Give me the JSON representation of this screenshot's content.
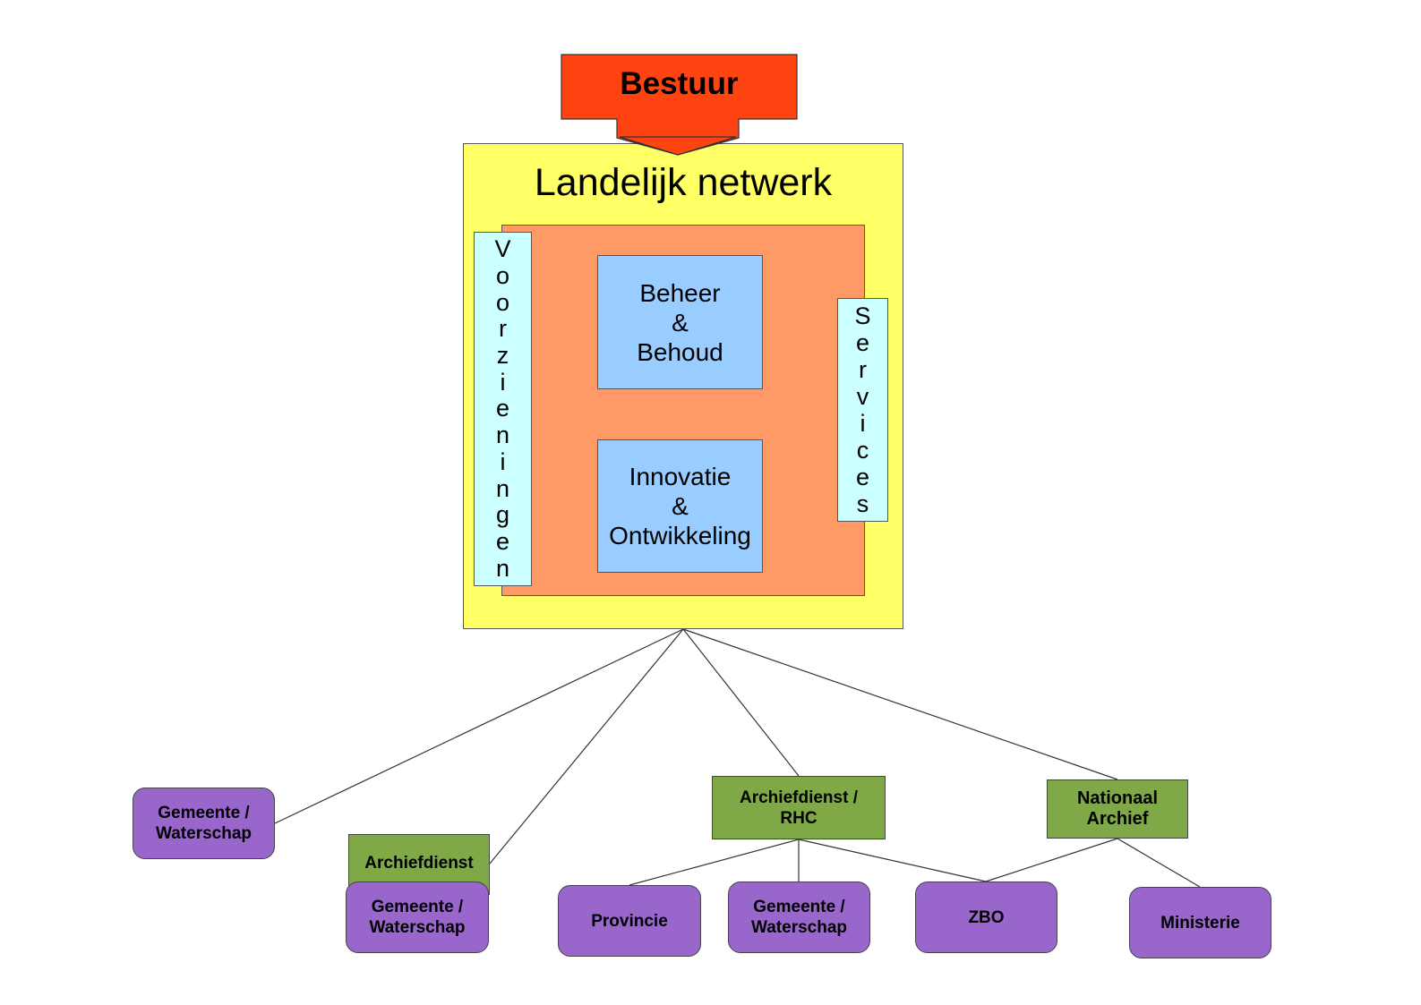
{
  "bestuur": {
    "label": "Bestuur",
    "color": "#ff4411"
  },
  "network": {
    "title": "Landelijk netwerk",
    "voorzieningen": "Voorzieningen",
    "services": "Services",
    "beheer": [
      "Beheer",
      "&",
      "Behoud"
    ],
    "innovatie": [
      "Innovatie",
      "&",
      "Ontwikkeling"
    ]
  },
  "organizations": {
    "gemeente_waterschap_left": [
      "Gemeente /",
      "Waterschap"
    ],
    "archiefdienst": [
      "Archiefdienst"
    ],
    "gemeente_waterschap_under_archiefdienst": [
      "Gemeente /",
      "Waterschap"
    ],
    "archiefdienst_rhc": [
      "Archiefdienst /",
      "RHC"
    ],
    "provincie": [
      "Provincie"
    ],
    "gemeente_waterschap_under_rhc": [
      "Gemeente /",
      "Waterschap"
    ],
    "zbo": [
      "ZBO"
    ],
    "nationaal_archief": [
      "Nationaal",
      "Archief"
    ],
    "ministerie": [
      "Ministerie"
    ]
  }
}
